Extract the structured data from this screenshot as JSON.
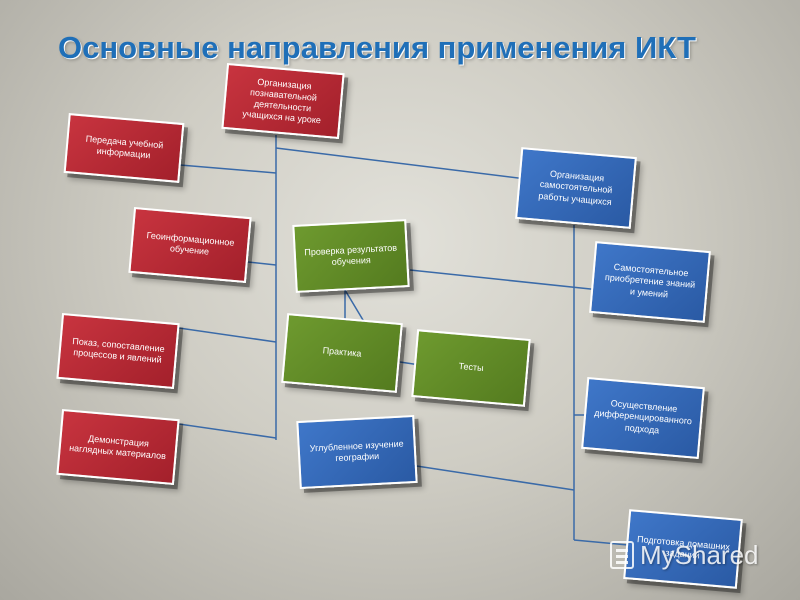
{
  "title": "Основные направления применения ИКТ",
  "colors": {
    "red": "#b52a35",
    "blue": "#3467b8",
    "green": "#5f8a27",
    "title": "#1f6fb8",
    "line": "#3a6aa8"
  },
  "boxes": {
    "org_cognitive": "Организация познавательной деятельности учащихся на уроке",
    "info_transfer": "Передача учебной информации",
    "geoinfo": "Геоинформационное обучение",
    "show_compare": "Показ, сопоставление процессов и явлений",
    "demo": "Демонстрация наглядных материалов",
    "check_results": "Проверка результатов обучения",
    "practice": "Практика",
    "tests": "Тесты",
    "deep_study": "Углубленное изучение географии",
    "org_independent": "Организация самостоятельной работы учащихся",
    "self_knowledge": "Самостоятельное приобретение знаний и умений",
    "differentiated": "Осуществление дифференцированного подхода",
    "last_blue": "Подготовка домашних заданий"
  },
  "watermark": {
    "text": "MyShared",
    "icon": "document-icon"
  }
}
